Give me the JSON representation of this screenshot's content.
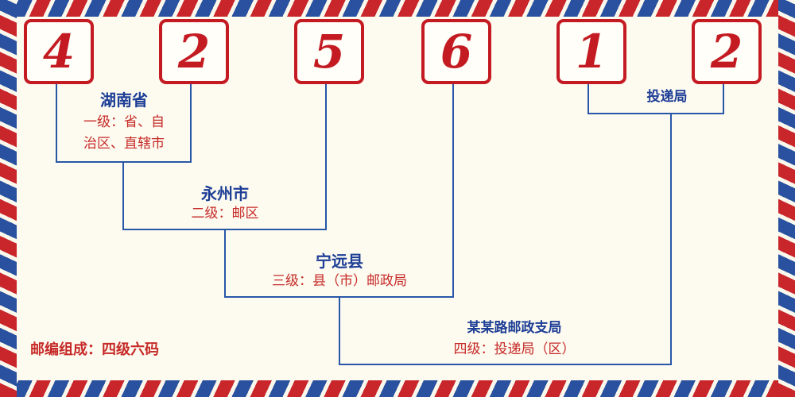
{
  "code_digits": [
    "4",
    "2",
    "5",
    "6",
    "1",
    "2"
  ],
  "annotations": {
    "level1": {
      "name": "湖南省",
      "desc_line1": "一级：省、自",
      "desc_line2": "治区、直辖市"
    },
    "level2": {
      "name": "永州市",
      "desc": "二级：邮区"
    },
    "level3": {
      "name": "宁远县",
      "desc": "三级：县（市）邮政局"
    },
    "level4": {
      "name": "某某路邮政支局",
      "desc": "四级：投递局（区）"
    },
    "delivery": {
      "label": "投递局"
    }
  },
  "footer": {
    "note": "邮编组成：四级六码"
  },
  "colors": {
    "digit_red": "#c41b22",
    "desc_red": "#c62a28",
    "name_blue": "#1d3e96",
    "line_blue": "#2857a8",
    "stripe_red": "#c9262c",
    "stripe_blue": "#29519f",
    "background": "#fdfaef"
  }
}
